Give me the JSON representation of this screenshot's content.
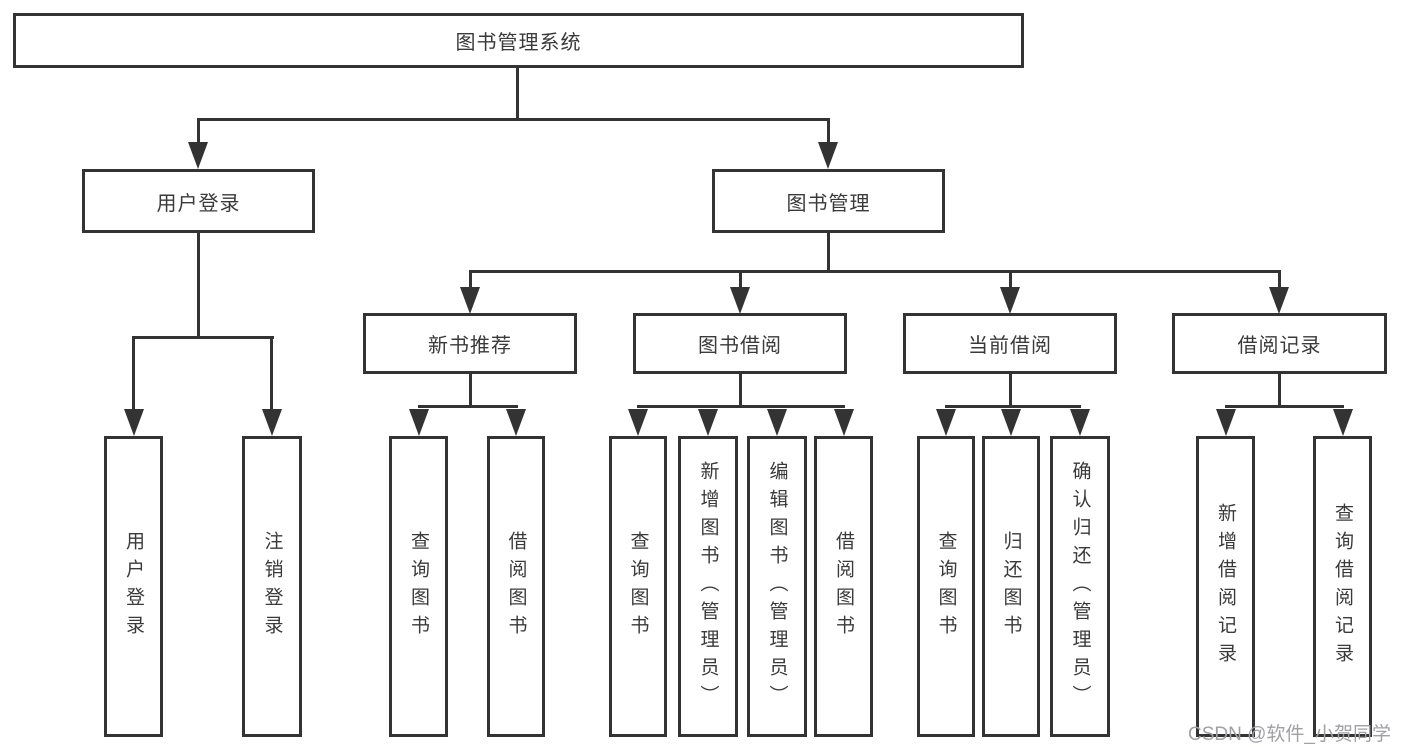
{
  "diagram": {
    "title": "图书管理系统",
    "children": [
      {
        "label": "用户登录",
        "children": [
          {
            "label": "用户登录"
          },
          {
            "label": "注销登录"
          }
        ]
      },
      {
        "label": "图书管理",
        "children": [
          {
            "label": "新书推荐",
            "children": [
              {
                "label": "查询图书"
              },
              {
                "label": "借阅图书"
              }
            ]
          },
          {
            "label": "图书借阅",
            "children": [
              {
                "label": "查询图书"
              },
              {
                "label": "新增图书（管理员）"
              },
              {
                "label": "编辑图书（管理员）"
              },
              {
                "label": "借阅图书"
              }
            ]
          },
          {
            "label": "当前借阅",
            "children": [
              {
                "label": "查询图书"
              },
              {
                "label": "归还图书"
              },
              {
                "label": "确认归还（管理员）"
              }
            ]
          },
          {
            "label": "借阅记录",
            "children": [
              {
                "label": "新增借阅记录"
              },
              {
                "label": "查询借阅记录"
              }
            ]
          }
        ]
      }
    ]
  },
  "watermark": {
    "text": "CSDN @软件_小贺同学"
  },
  "colors": {
    "line": "#333333",
    "text": "#3a3a3a",
    "watermark": "#a0a0a6",
    "background": "#ffffff"
  }
}
